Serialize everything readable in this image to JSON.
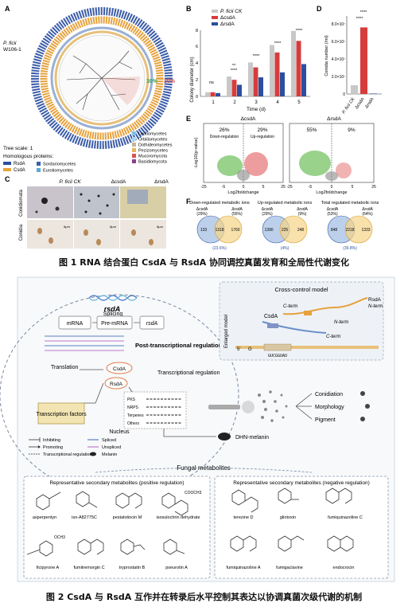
{
  "figure1": {
    "caption": "图 1 RNA 结合蛋白 CsdA 与 RsdA 协同调控真菌发育和全局性代谢变化",
    "panelA": {
      "label": "A",
      "species": "P. ficii",
      "strain": "W106-1",
      "pct_green": "30%",
      "pct_red": "30%",
      "tree_scale": "Tree scale: 1",
      "homologous_title": "Homologous proteins:",
      "legend_proteins": [
        {
          "name": "RsdA",
          "color": "#2b4f9e"
        },
        {
          "name": "CsdA",
          "color": "#e8a33a"
        }
      ],
      "legend_classes": [
        {
          "name": "Sordariomycetes",
          "color": "#3a5fa8"
        },
        {
          "name": "Eurotiomycetes",
          "color": "#5aa9d6"
        },
        {
          "name": "Leotiomycetes",
          "color": "#7bc2e8"
        },
        {
          "name": "Orbiliomycetes",
          "color": "#a9d8ee"
        },
        {
          "name": "Dothideomycetes",
          "color": "#c3b49a"
        },
        {
          "name": "Pezizomycetes",
          "color": "#e6b45b"
        },
        {
          "name": "Mucoromycota",
          "color": "#d9534f"
        },
        {
          "name": "Basidiomycota",
          "color": "#8c3f8c"
        }
      ]
    },
    "panelB": {
      "label": "B",
      "legend": [
        "P. ficii CK",
        "ΔcsdA",
        "ΔrsdA"
      ],
      "ylabel": "Colony diameter (cm)",
      "xlabel": "Time (d)",
      "ns_label": "ns",
      "star2": "**",
      "star4": "****"
    },
    "panelC": {
      "label": "C",
      "cols": [
        "P. ficii CK",
        "ΔcsdA",
        "ΔrsdA"
      ],
      "rows": [
        "Conidiomata",
        "Conidia"
      ],
      "scale": "8μm"
    },
    "panelD": {
      "label": "D",
      "ylabel": "Conidia number (/ml)",
      "star4": "****",
      "categories": [
        "P. ficii CK",
        "ΔcsdA",
        "ΔrsdA"
      ]
    },
    "panelE": {
      "label": "E",
      "plots": [
        {
          "title": "ΔcsdA",
          "down_pct": "26%",
          "up_pct": "29%"
        },
        {
          "title": "ΔrsdA",
          "down_pct": "55%",
          "up_pct": "9%"
        }
      ],
      "down_label": "Down-regulation",
      "up_label": "Up-regulation",
      "ylabel": "-Log10(p-value)",
      "xlabel": "Log2foldchange"
    },
    "panelF": {
      "label": "F",
      "venns": [
        {
          "title": "Down-regulated metabolic ions",
          "left_name": "ΔcsdA",
          "left_pct": "(29%)",
          "right_name": "ΔrsdA",
          "right_pct": "(55%)",
          "left_only": "133",
          "overlap": "1318",
          "right_only": "1760",
          "overlap_pct": "(23.6%)"
        },
        {
          "title": "Up-regulated metabolic ions",
          "left_name": "ΔcsdA",
          "left_pct": "(29%)",
          "right_name": "ΔrsdA",
          "right_pct": "(9%)",
          "left_only": "1390",
          "overlap": "225",
          "right_only": "248",
          "overlap_pct": "(4%)"
        },
        {
          "title": "Total regulated metabolic ions",
          "left_name": "ΔcsdA",
          "left_pct": "(53%)",
          "right_name": "ΔrsdA",
          "right_pct": "(64%)",
          "left_only": "848",
          "overlap": "2218",
          "right_only": "1333",
          "overlap_pct": "(39.8%)"
        }
      ]
    }
  },
  "figure2": {
    "caption": "图 2 CsdA 与 RsdA 互作并在转录后水平控制其表达以协调真菌次级代谢的机制",
    "gene": "rsdA",
    "mrna": "mRNA",
    "splicing": "Splicing",
    "pre_mrna": "Pre-mRNA",
    "rsda_box": "rsdA",
    "post_tx": "Post-transcriptional regulation",
    "translation": "Translation",
    "csda": "CsdA",
    "rsda": "RsdA",
    "tx_reg": "Transcriptional regulation",
    "tf": "Transcription factors",
    "clusters": [
      "PKS",
      "NRPS",
      "Terpenes",
      "Others"
    ],
    "nucleus": "Nucleus",
    "cross_title": "Cross-control model",
    "enlarged": "Enlarged model",
    "cc_rsda": "RsdA",
    "cc_nterm": "N-term",
    "cc_csda": "CsdA",
    "cc_cterm1": "C-term",
    "cc_cterm2": "C-term",
    "cc_nterm2": "N-term",
    "cc_five": "5'",
    "cc_g": "G",
    "cc_seq": "GUCGGUAU",
    "outputs": [
      "Conidiation",
      "Morphology",
      "Pigment"
    ],
    "dhn": "DHN-melanin",
    "legend": [
      "Inhibiting",
      "Promoting",
      "Transcriptional regulation",
      "Spliced",
      "Unspliced",
      "Melanin"
    ],
    "fungal_metabolites": "Fungal metabolites",
    "pos_title": "Representative secondary metabolites (positive regulation)",
    "neg_title": "Representative secondary metabolites (negative regulation)",
    "pos_compounds": [
      "asperpentyn",
      "iso-A82775C",
      "pestalotiocin M",
      "isosulochrin dehydrate",
      "ficipyrone A",
      "fumitremorgin C",
      "tryprostatin B",
      "pseurotin A"
    ],
    "pos_substituent": "COOCH3",
    "pos_methoxy": "OCH3",
    "neg_compounds": [
      "terezine D",
      "gliotoxin",
      "fumiquinazoline C",
      "fumiquinazoline A",
      "fumigaclavine",
      "endocrocin"
    ]
  }
}
